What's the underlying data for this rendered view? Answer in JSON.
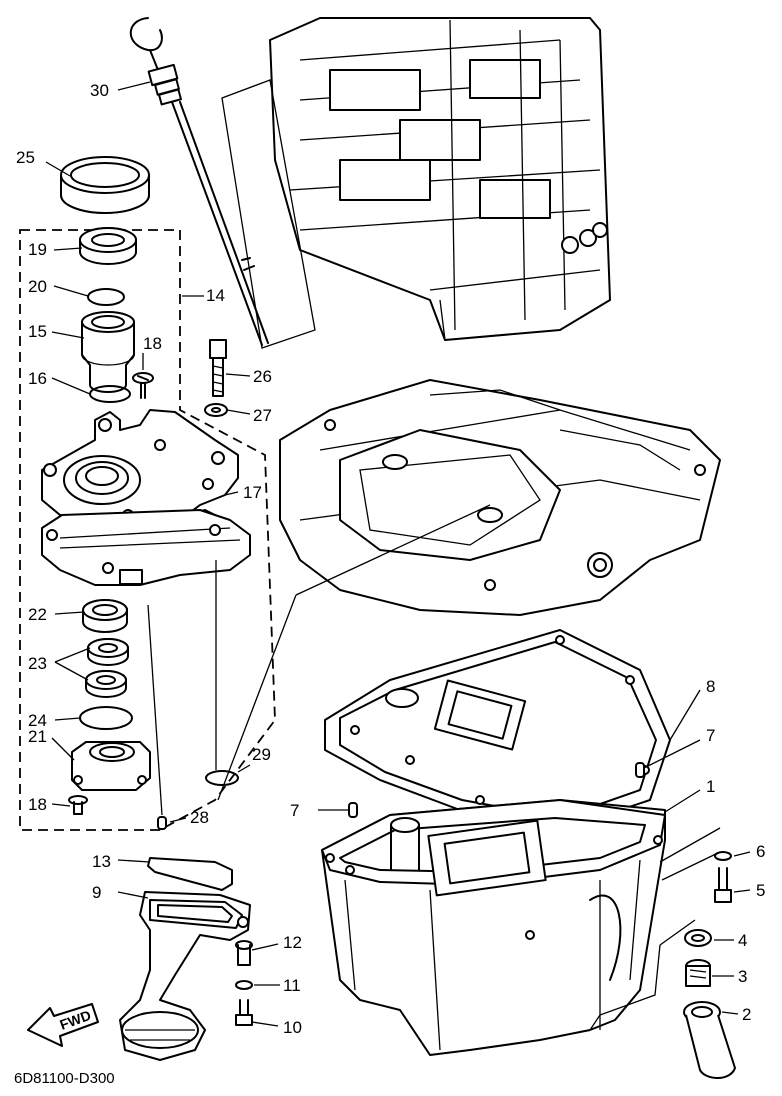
{
  "diagram_code": "6D81100-D300",
  "fwd_label": "FWD",
  "callouts": [
    {
      "id": "30",
      "label": "30"
    },
    {
      "id": "25",
      "label": "25"
    },
    {
      "id": "19",
      "label": "19"
    },
    {
      "id": "20",
      "label": "20"
    },
    {
      "id": "14",
      "label": "14"
    },
    {
      "id": "15",
      "label": "15"
    },
    {
      "id": "18a",
      "label": "18"
    },
    {
      "id": "16",
      "label": "16"
    },
    {
      "id": "26",
      "label": "26"
    },
    {
      "id": "27",
      "label": "27"
    },
    {
      "id": "17",
      "label": "17"
    },
    {
      "id": "22",
      "label": "22"
    },
    {
      "id": "23",
      "label": "23"
    },
    {
      "id": "24",
      "label": "24"
    },
    {
      "id": "29",
      "label": "29"
    },
    {
      "id": "21",
      "label": "21"
    },
    {
      "id": "18b",
      "label": "18"
    },
    {
      "id": "28",
      "label": "28"
    },
    {
      "id": "8",
      "label": "8"
    },
    {
      "id": "7a",
      "label": "7"
    },
    {
      "id": "7b",
      "label": "7"
    },
    {
      "id": "1",
      "label": "1"
    },
    {
      "id": "13",
      "label": "13"
    },
    {
      "id": "6",
      "label": "6"
    },
    {
      "id": "9",
      "label": "9"
    },
    {
      "id": "5",
      "label": "5"
    },
    {
      "id": "12",
      "label": "12"
    },
    {
      "id": "4",
      "label": "4"
    },
    {
      "id": "3",
      "label": "3"
    },
    {
      "id": "11",
      "label": "11"
    },
    {
      "id": "2",
      "label": "2"
    },
    {
      "id": "10",
      "label": "10"
    }
  ]
}
